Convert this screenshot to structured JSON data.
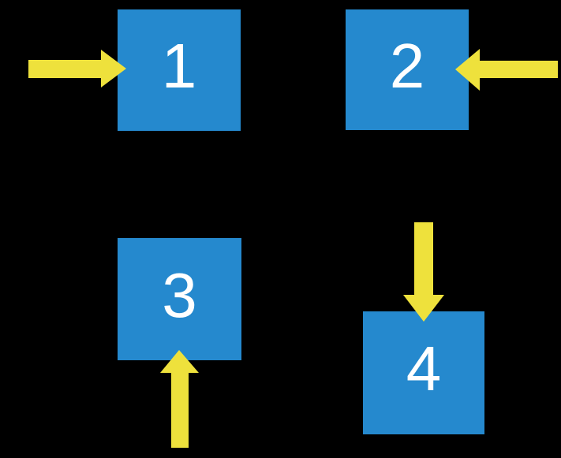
{
  "canvas": {
    "background": "#000000"
  },
  "colors": {
    "canvas_background": "#000000",
    "square_fill": "#2589CE",
    "arrow_fill": "#EEE13C",
    "label_text": "#FFFFFF"
  },
  "squares": [
    {
      "label": "1",
      "arrow_enters_from": "left",
      "arrow_direction": "right"
    },
    {
      "label": "2",
      "arrow_enters_from": "right",
      "arrow_direction": "left"
    },
    {
      "label": "3",
      "arrow_enters_from": "bottom",
      "arrow_direction": "up"
    },
    {
      "label": "4",
      "arrow_enters_from": "top",
      "arrow_direction": "down"
    }
  ]
}
